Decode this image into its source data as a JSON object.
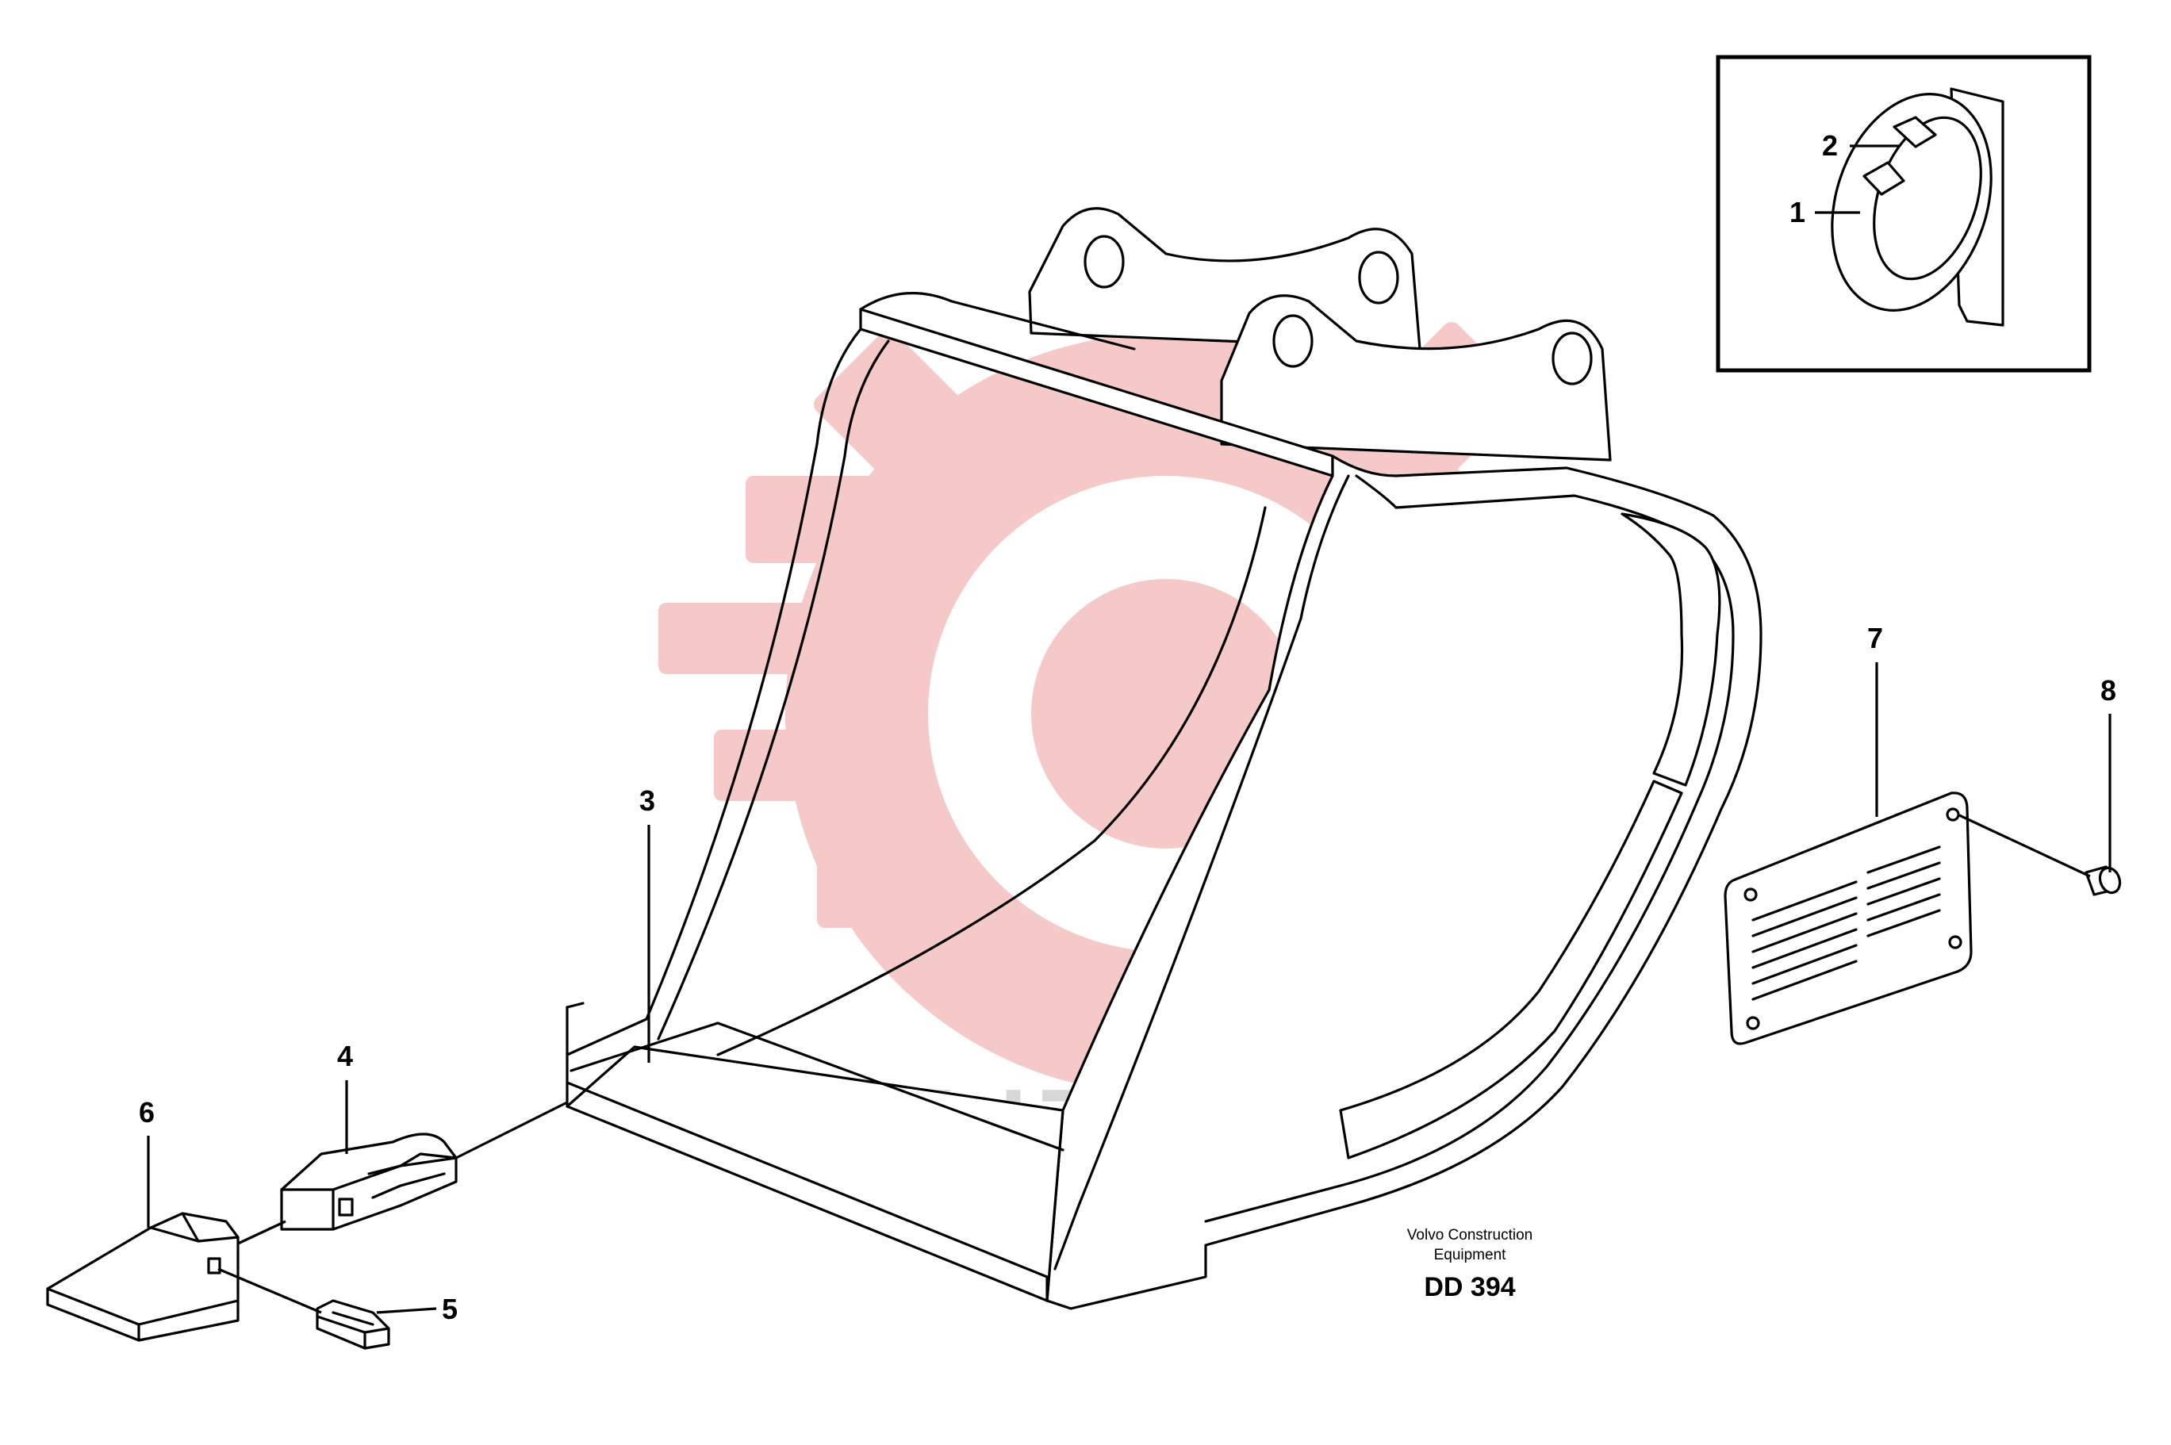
{
  "watermark": {
    "text": "ИНТЕХ",
    "gear_color": "#f6c9c9",
    "text_color": "#d7d7d7"
  },
  "callouts": [
    {
      "label": "1",
      "part": "bushing"
    },
    {
      "label": "2",
      "part": "lock-pin"
    },
    {
      "label": "3",
      "part": "bucket"
    },
    {
      "label": "4",
      "part": "tooth-adapter"
    },
    {
      "label": "5",
      "part": "retainer-lock"
    },
    {
      "label": "6",
      "part": "tooth-point"
    },
    {
      "label": "7",
      "part": "identification-plate"
    },
    {
      "label": "8",
      "part": "rivet"
    }
  ],
  "caption": {
    "line1": "Volvo Construction",
    "line2": "Equipment",
    "code": "DD 394"
  },
  "colors": {
    "line": "#000000",
    "background": "#ffffff"
  }
}
